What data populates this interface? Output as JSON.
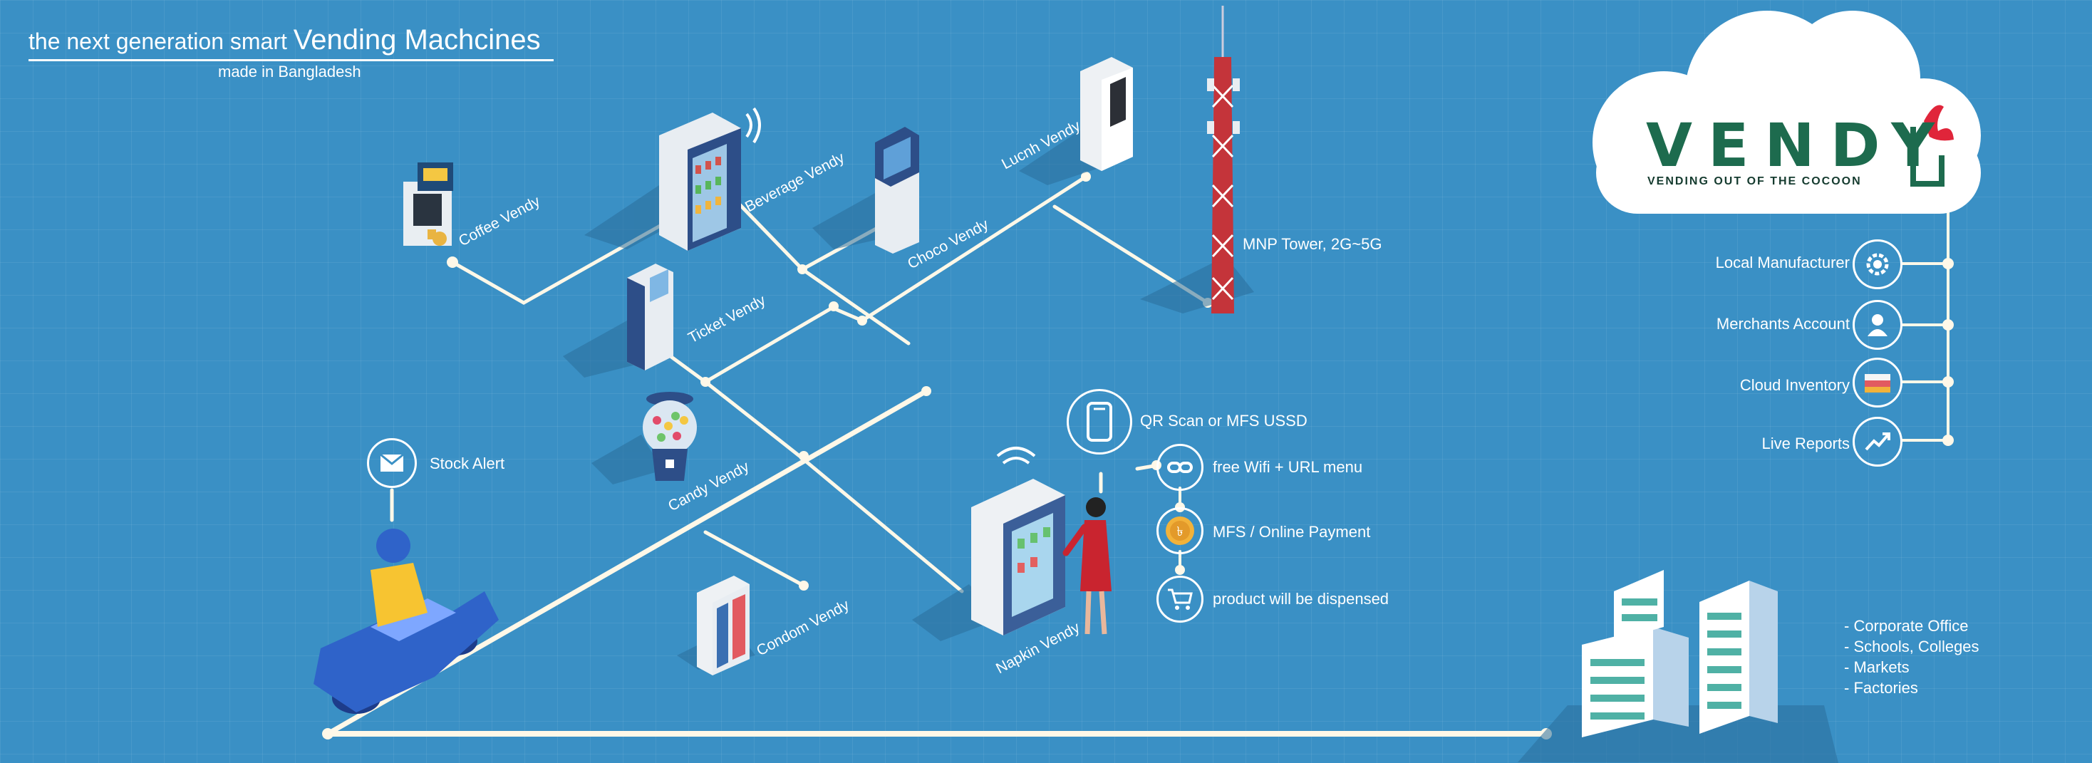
{
  "header": {
    "prefix": "the next generation smart",
    "highlight": "Vending Machcines",
    "subtitle": "made in Bangladesh"
  },
  "logo": {
    "name": "VENDY",
    "tagline": "VENDING OUT OF THE COCOON"
  },
  "machines": {
    "coffee": "Coffee Vendy",
    "beverage": "Beverage Vendy",
    "choco": "Choco Vendy",
    "lunch": "Lucnh Vendy",
    "ticket": "Ticket Vendy",
    "candy": "Candy Vendy",
    "condom": "Condom Vendy",
    "napkin": "Napkin Vendy"
  },
  "tower": "MNP Tower, 2G~5G",
  "stock_alert": "Stock Alert",
  "flow": {
    "qr": "QR Scan or MFS USSD",
    "wifi": "free Wifi + URL menu",
    "payment": "MFS / Online Payment",
    "dispense": "product will be dispensed"
  },
  "features": [
    "Local Manufacturer",
    "Merchants Account",
    "Cloud Inventory",
    "Live Reports"
  ],
  "destinations": [
    "- Corporate Office",
    "- Schools, Colleges",
    "- Markets",
    "- Factories"
  ],
  "colors": {
    "background": "#3a90c5",
    "logo_green": "#1d6b4e",
    "butterfly_red": "#e0253a",
    "path": "#fff8e8"
  }
}
